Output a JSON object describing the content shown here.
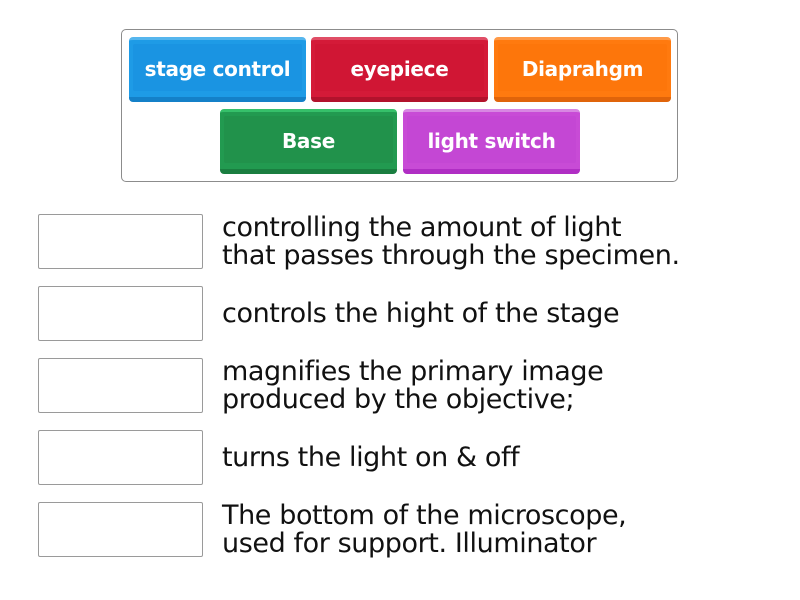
{
  "tile_bank": {
    "tiles": [
      {
        "label": "stage control",
        "color": "#1e9be6"
      },
      {
        "label": "eyepiece",
        "color": "#d41a38"
      },
      {
        "label": "Diaprahgm",
        "color": "#ff7a0f"
      },
      {
        "label": "Base",
        "color": "#229a50"
      },
      {
        "label": "light switch",
        "color": "#c84bd6"
      }
    ]
  },
  "rows": [
    {
      "answer": "",
      "clue_lines": [
        "controlling the amount of light",
        "that passes through the specimen."
      ]
    },
    {
      "answer": "",
      "clue_lines": [
        "controls the hight of the stage"
      ]
    },
    {
      "answer": "",
      "clue_lines": [
        "magnifies the primary image",
        "produced by the objective;"
      ]
    },
    {
      "answer": "",
      "clue_lines": [
        "turns the light on & off"
      ]
    },
    {
      "answer": "",
      "clue_lines": [
        "The bottom of the microscope,",
        "used for support. Illuminator"
      ]
    }
  ]
}
